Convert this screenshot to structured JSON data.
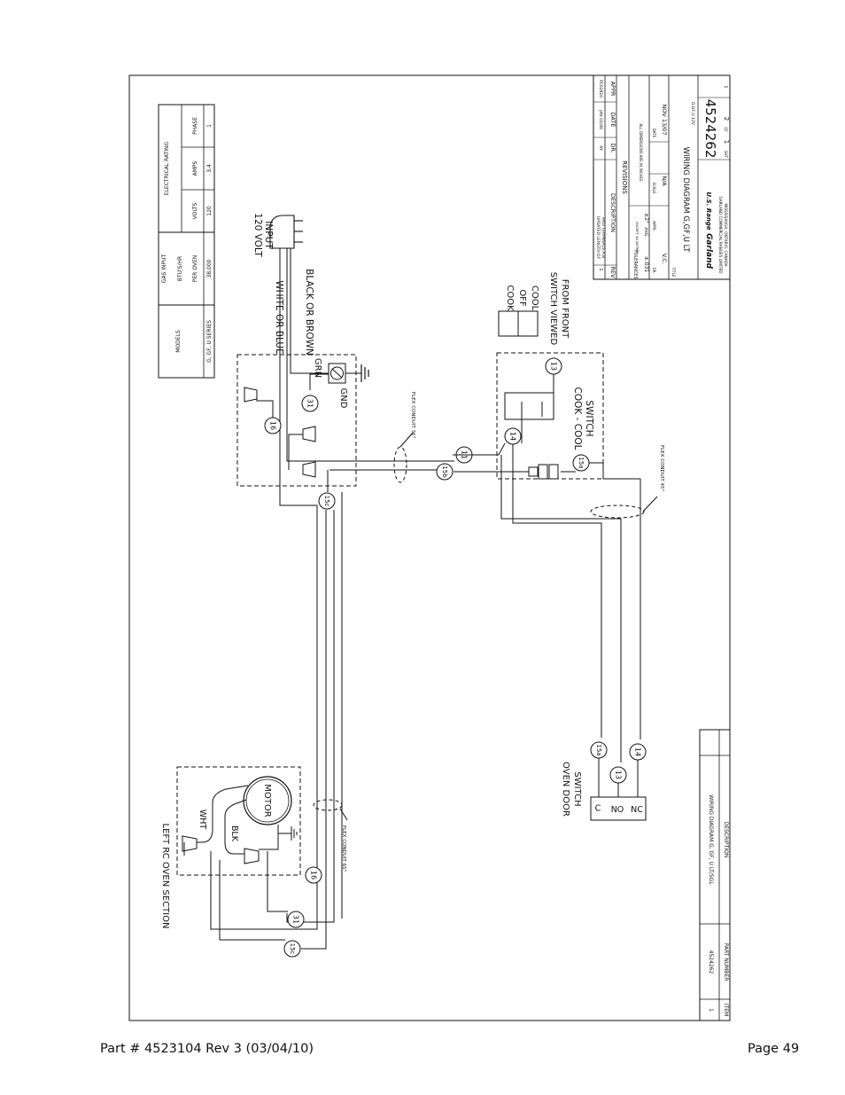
{
  "footer": {
    "part": "Part # 4523104 Rev 3 (03/04/10)",
    "page": "Page 49"
  },
  "electrical_table": {
    "models_header": "MODELS",
    "gas_input_header": "GAS INPUT",
    "btu_header": "BTU'S/HR",
    "per_oven_header": "PER OVEN",
    "electrical_rating_header": "ELECTRICAL RATING",
    "volts_header": "VOLTS",
    "amps_header": "AMPS",
    "phase_header": "PHASE",
    "model_value": "G, GF, U SERIES",
    "btu_value": "38,000",
    "volts_value": "120",
    "amps_value": "3.4",
    "phase_value": "1"
  },
  "labels": {
    "input": "120 VOLT INPUT",
    "input_line1": "120 VOLT",
    "input_line2": "INPUT",
    "white_or_blue": "WHITE OR BLUE",
    "black_or_brown": "BLACK OR BROWN",
    "grn": "GRN",
    "gnd": "GND",
    "flex_conduit_1": "FLEX CONDUIT 36\"",
    "flex_conduit_2": "FLEX CONDUIT 45\"",
    "flex_conduit_3": "FLEX CONDUIT 65\"",
    "cook": "COOK",
    "off": "OFF",
    "cool": "COOL",
    "switch_viewed_1": "SWITCH VIEWED",
    "switch_viewed_2": "FROM FRONT",
    "cook_cool_1": "COOK - COOL",
    "cook_cool_2": "SWITCH",
    "oven_door_1": "OVEN DOOR",
    "oven_door_2": "SWITCH",
    "c": "C",
    "no": "NO",
    "nc": "NC",
    "left_rc_oven": "LEFT RC OVEN SECTION",
    "motor": "MOTOR",
    "wht": "WHT",
    "blk": "BLK"
  },
  "terminals": {
    "t16": "16",
    "t31": "31",
    "t15c": "15c",
    "t15b": "15b",
    "t11": "11",
    "t14": "14",
    "t15a": "15a",
    "t13": "13"
  },
  "title_block": {
    "rev_header": "REV",
    "description_header": "DESCRIPTION",
    "dr_header": "DR.",
    "date_header": "DATE",
    "appr_header": "APPR",
    "rev1_no": "1",
    "rev1_desc_1": "UPDATED LENGTH OF",
    "rev1_desc_2": "AND TERMINALS A,B",
    "rev1_dr": "AY",
    "rev1_date": "JAN 01/06",
    "rev1_appr": "PC02810",
    "revisions": "REVISIONS",
    "tolerances": "TOLERANCES",
    "tol_except": "EXCEPT AS NOTED",
    "tol_value": "±.031",
    "ang": "ANG.",
    "ang_value": "±2°",
    "all_dims": "ALL DIMENSIONS ARE IN INCHES",
    "dr_label": "DR.",
    "dr_value": "V.C.",
    "appr_label": "APPR.",
    "scale_label": "SCALE",
    "scale_value": "N/A",
    "date_label": "DATE",
    "date_value": "NOV 13/07",
    "title_label": "TITLE",
    "title": "WIRING DIAGRAM G,GF,U LT",
    "code": "G,GF,U 12V",
    "brand_garland": "Garland",
    "brand_us": "U.S. Range",
    "company_1": "GARLAND COMMERCIAL RANGES LIMITED",
    "company_2": "MISSISSAUGA, ONTARIO, CANADA",
    "drawing_number": "4524262",
    "sht_label": "SHT",
    "sht_value": "1",
    "of_label": "OF",
    "of_value": "2",
    "corner_value": "1"
  },
  "parts_list": {
    "item_header": "ITEM",
    "part_number_header": "PART NUMBER",
    "description_header": "DESCRIPTION",
    "row1_item": "1",
    "row1_part": "4524262",
    "row1_desc": "WIRING DIAGRAM G, GF, U LT/SGL"
  }
}
